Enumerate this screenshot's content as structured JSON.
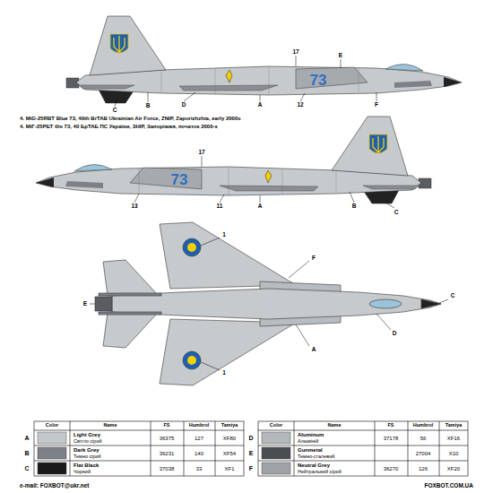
{
  "diagram": {
    "labels": [
      "4. MiG-25RBT Blue 73, 40th BrTAB Ukrainian Air Force, ZNIP, Zaporizhzhia, early 2000s",
      "4. МіГ-25РБТ б/н 73, 40 БрТАБ ПС України, ЗНІР, Запоріжжя, початок 2000-х",
      "17",
      "C",
      "B",
      "D",
      "A",
      "12",
      "F",
      "E",
      "73",
      "17",
      "13",
      "11",
      "A",
      "B",
      "C",
      "73",
      "1",
      "1",
      "E",
      "F",
      "A",
      "D",
      "C",
      "Color",
      "Name",
      "FS",
      "Humbrol",
      "Tamiya",
      "Color",
      "Name",
      "FS",
      "Humbrol",
      "Tamiya",
      "A",
      "Light Grey",
      "Світло сірий",
      "36375",
      "127",
      "XF80",
      "D",
      "Aluminum",
      "Алюміній",
      "37178",
      "56",
      "XF16",
      "B",
      "Dark Grey",
      "Темно сірий",
      "36231",
      "140",
      "XF54",
      "E",
      "Gunmetal",
      "Темно-сталевий",
      "27004",
      "X10",
      "C",
      "Flat Black",
      "Чорний",
      "37038",
      "33",
      "XF1",
      "F",
      "Neutral Grey",
      "Нейтральний сірий",
      "36270",
      "126",
      "XF20",
      "e-mail: FOXBOT@ukr.net",
      "FOXBOT.COM.UA"
    ]
  }
}
